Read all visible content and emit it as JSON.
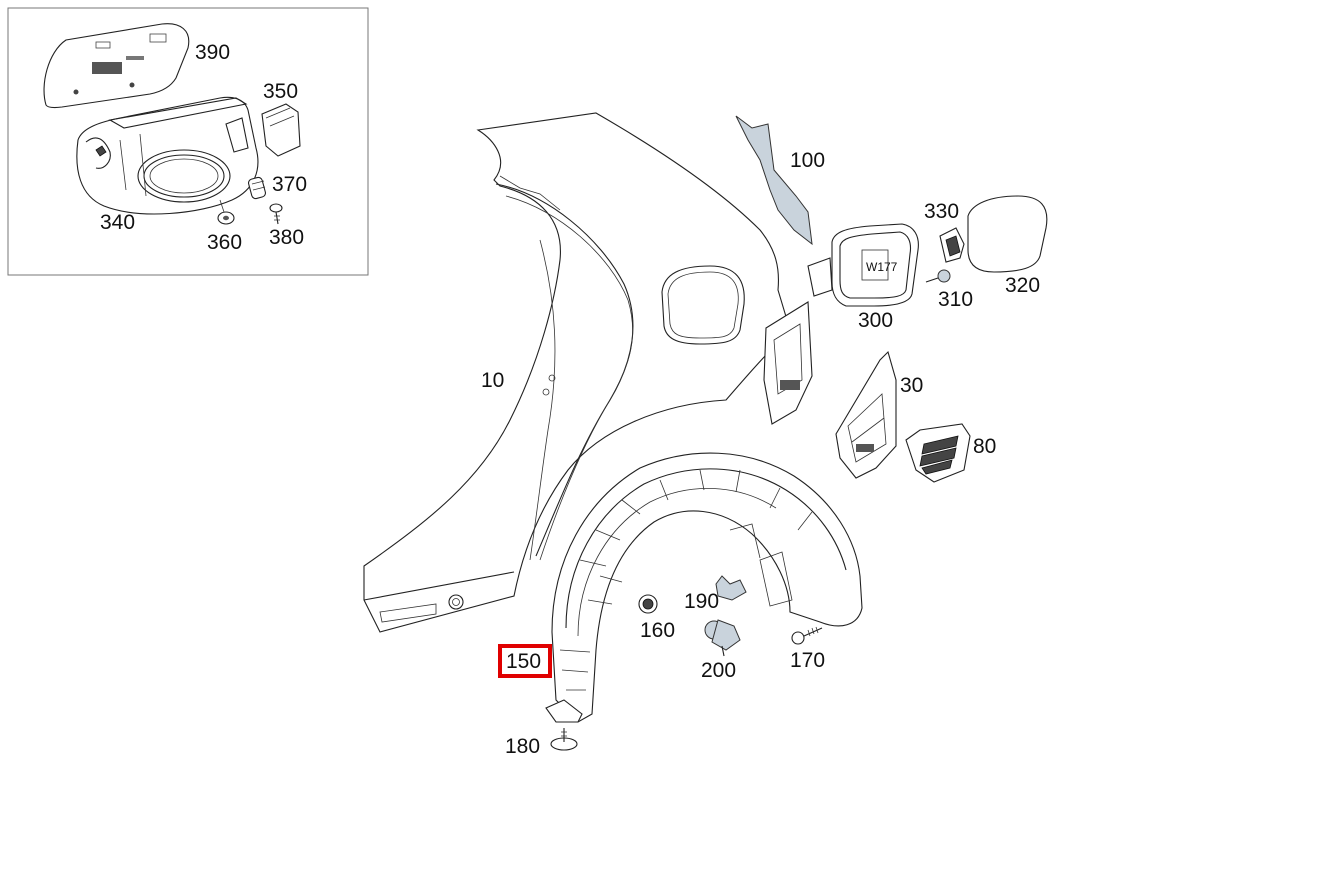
{
  "diagram": {
    "highlight_color": "#e00000",
    "highlighted_callout": "150",
    "inset_label_text": "W177",
    "callouts": {
      "c390": "390",
      "c350": "350",
      "c370": "370",
      "c340": "340",
      "c360": "360",
      "c380": "380",
      "c100": "100",
      "c330": "330",
      "c320": "320",
      "c310": "310",
      "c300": "300",
      "c10": "10",
      "c30": "30",
      "c80": "80",
      "c190": "190",
      "c160": "160",
      "c200": "200",
      "c170": "170",
      "c150": "150",
      "c180": "180"
    }
  }
}
